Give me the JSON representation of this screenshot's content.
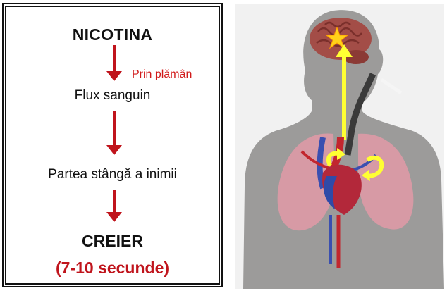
{
  "flow": {
    "substance": "NICOTINA",
    "route_note": "Prin plămân",
    "step_1": "Flux sanguin",
    "step_2": "Partea stângă a inimii",
    "destination": "CREIER",
    "time": "(7-10 secunde)"
  },
  "colors": {
    "arrow": "#c0141c",
    "route_note": "#d11a1a",
    "border": "#111111",
    "pathway_arrow": "#ffff33"
  }
}
